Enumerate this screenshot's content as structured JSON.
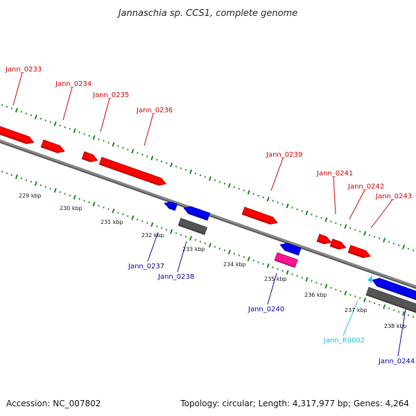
{
  "title": "Jannaschia sp. CCS1, complete genome",
  "footer": {
    "accession": "Accession: NC_007802",
    "summary": "Topology: circular; Length: 4,317,977 bp; Genes: 4,264"
  },
  "colors": {
    "forward_gene": "#ff0000",
    "reverse_gene": "#0000ee",
    "rrna_gene": "#ff1493",
    "trna_gene": "#1ec8ff",
    "pseudo_gene": "#555555",
    "backbone": "#888888",
    "ticks": "#118811"
  },
  "kbp_labels": [
    "229 kbp",
    "230 kbp",
    "231 kbp",
    "232 kbp",
    "233 kbp",
    "234 kbp",
    "235 kbp",
    "236 kbp",
    "237 kbp",
    "238 kbp"
  ],
  "gene_labels": [
    {
      "text": "Jann_0233",
      "kind": "forward"
    },
    {
      "text": "Jann_0234",
      "kind": "forward"
    },
    {
      "text": "Jann_0235",
      "kind": "forward"
    },
    {
      "text": "Jann_0236",
      "kind": "forward"
    },
    {
      "text": "Jann_0239",
      "kind": "forward"
    },
    {
      "text": "Jann_0241",
      "kind": "forward"
    },
    {
      "text": "Jann_0242",
      "kind": "forward"
    },
    {
      "text": "Jann_0243",
      "kind": "forward"
    },
    {
      "text": "Jann_0237",
      "kind": "reverse"
    },
    {
      "text": "Jann_0238",
      "kind": "reverse"
    },
    {
      "text": "Jann_0240",
      "kind": "reverse"
    },
    {
      "text": "Jann_R0002",
      "kind": "trna"
    },
    {
      "text": "Jann_0244",
      "kind": "reverse"
    }
  ]
}
